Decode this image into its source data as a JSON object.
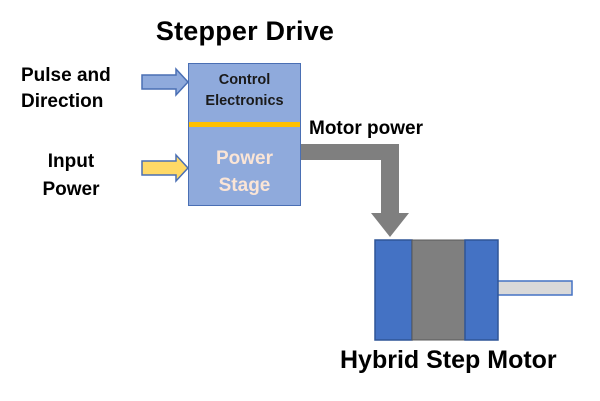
{
  "diagram": {
    "title": "Stepper Drive",
    "inputs": {
      "pulse_line1": "Pulse and",
      "pulse_line2": "Direction",
      "power_line1": "Input",
      "power_line2": "Power"
    },
    "drive_block": {
      "control_line1": "Control",
      "control_line2": "Electronics",
      "power_line1": "Power",
      "power_line2": "Stage"
    },
    "motor_power_label": "Motor power",
    "motor_label": "Hybrid Step Motor",
    "colors": {
      "block_fill": "#8faadc",
      "block_border": "#4a6fb4",
      "divider": "#ffc000",
      "pulse_arrow": "#8faadc",
      "power_arrow": "#ffd966",
      "motor_power_arrow": "#7f7f7f",
      "motor_endcap": "#4472c4",
      "motor_core": "#7f7f7f",
      "shaft": "#d9d9d9"
    }
  }
}
